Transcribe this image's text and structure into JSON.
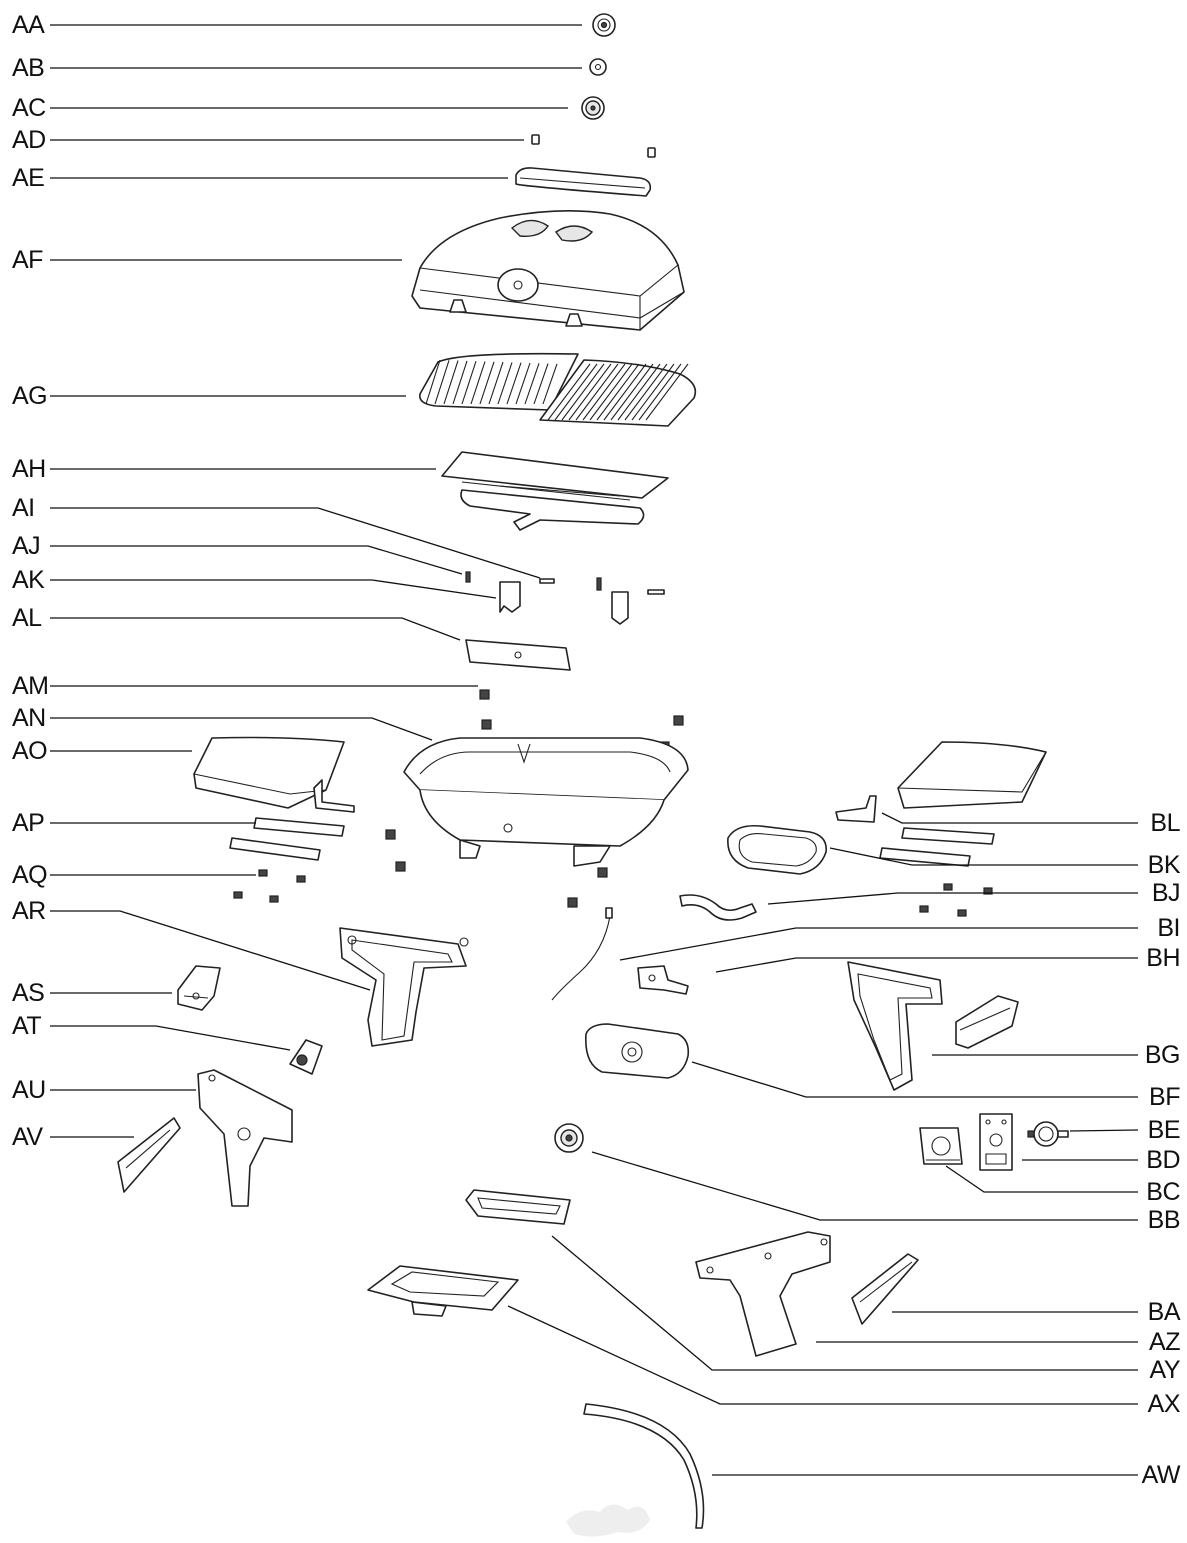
{
  "diagram": {
    "labels_left": [
      "AA",
      "AB",
      "AC",
      "AD",
      "AE",
      "AF",
      "AG",
      "AH",
      "AI",
      "AJ",
      "AK",
      "AL",
      "AM",
      "AN",
      "AO",
      "AP",
      "AQ",
      "AR",
      "AS",
      "AT",
      "AU",
      "AV"
    ],
    "labels_right": [
      "BL",
      "BK",
      "BJ",
      "BI",
      "BH",
      "BG",
      "BF",
      "BE",
      "BD",
      "BC",
      "BB",
      "BA",
      "AZ",
      "AY",
      "AX",
      "AW"
    ]
  }
}
